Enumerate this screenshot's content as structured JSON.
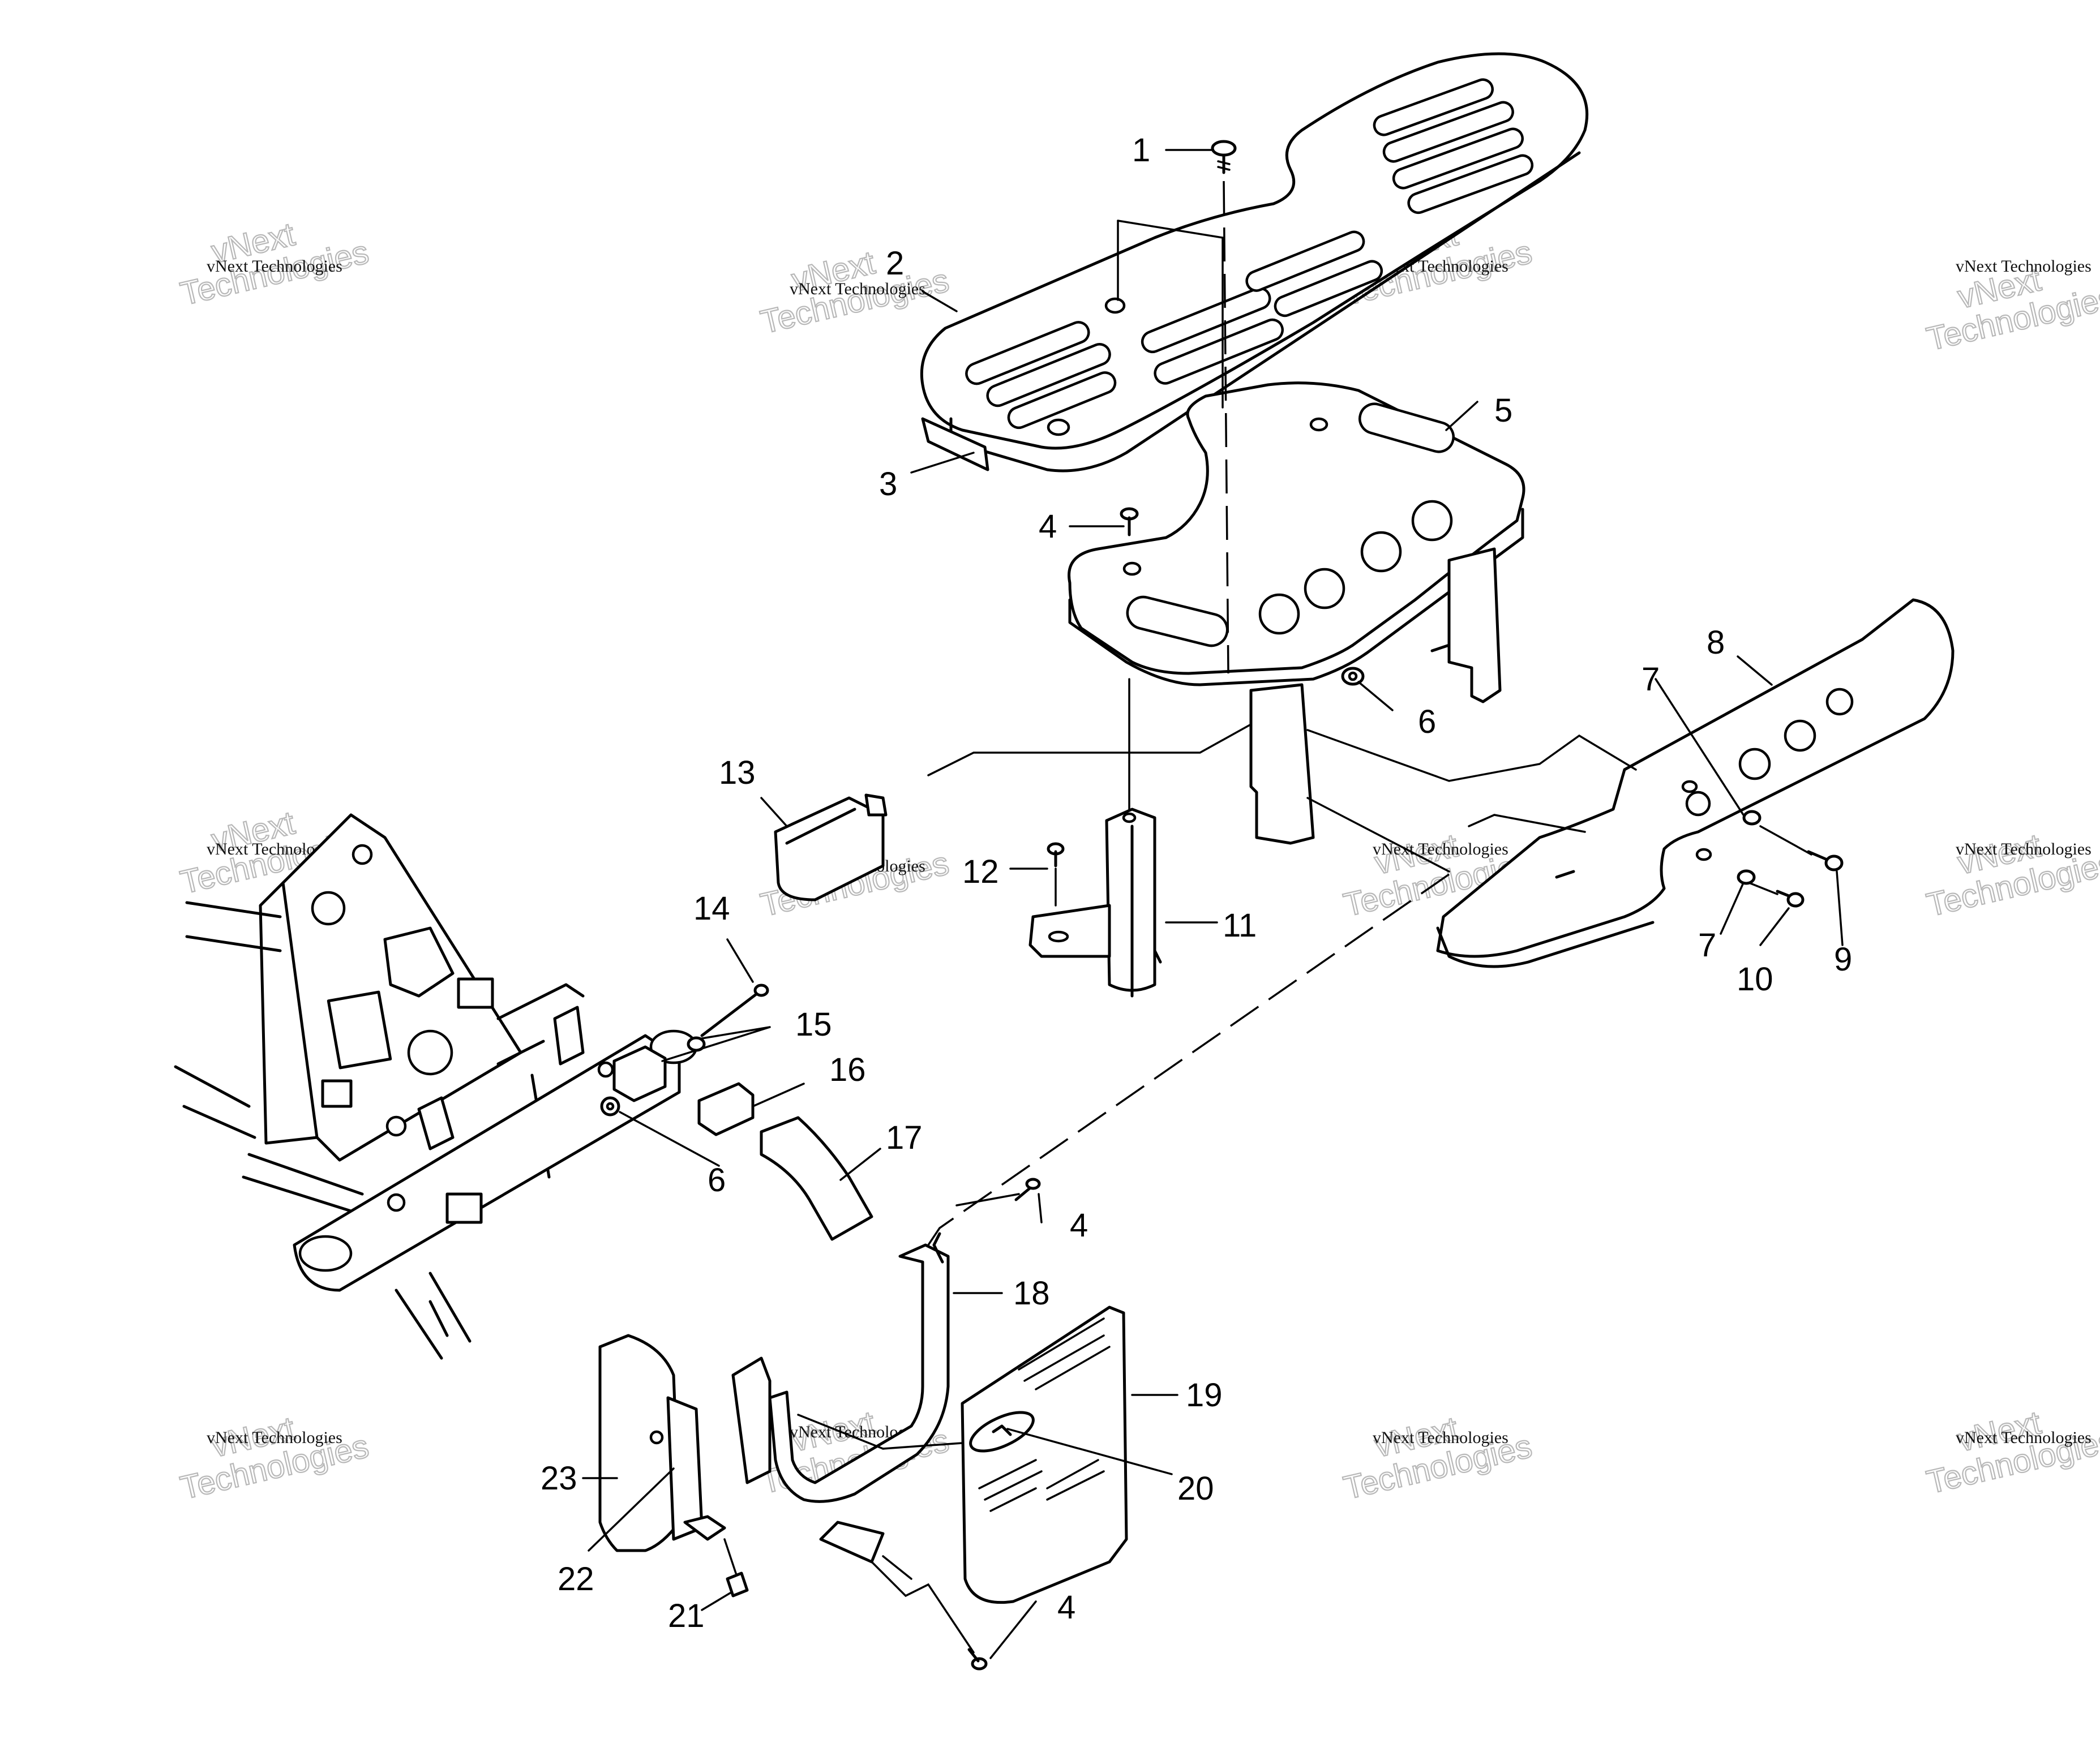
{
  "callouts": {
    "c1": "1",
    "c2": "2",
    "c3": "3",
    "c4a": "4",
    "c4b": "4",
    "c4c": "4",
    "c5": "5",
    "c6a": "6",
    "c6b": "6",
    "c7a": "7",
    "c7b": "7",
    "c8": "8",
    "c9": "9",
    "c10": "10",
    "c11": "11",
    "c12": "12",
    "c13": "13",
    "c14": "14",
    "c15": "15",
    "c16": "16",
    "c17": "17",
    "c18": "18",
    "c19": "19",
    "c20": "20",
    "c21": "21",
    "c22": "22",
    "c23": "23"
  },
  "watermark": {
    "small": "vNext Technologies",
    "big_line1": "vNext",
    "big_line2": "Technologies"
  },
  "colors": {
    "line": "#000000",
    "background": "#ffffff",
    "watermark_outline": "#b8b8b8"
  }
}
